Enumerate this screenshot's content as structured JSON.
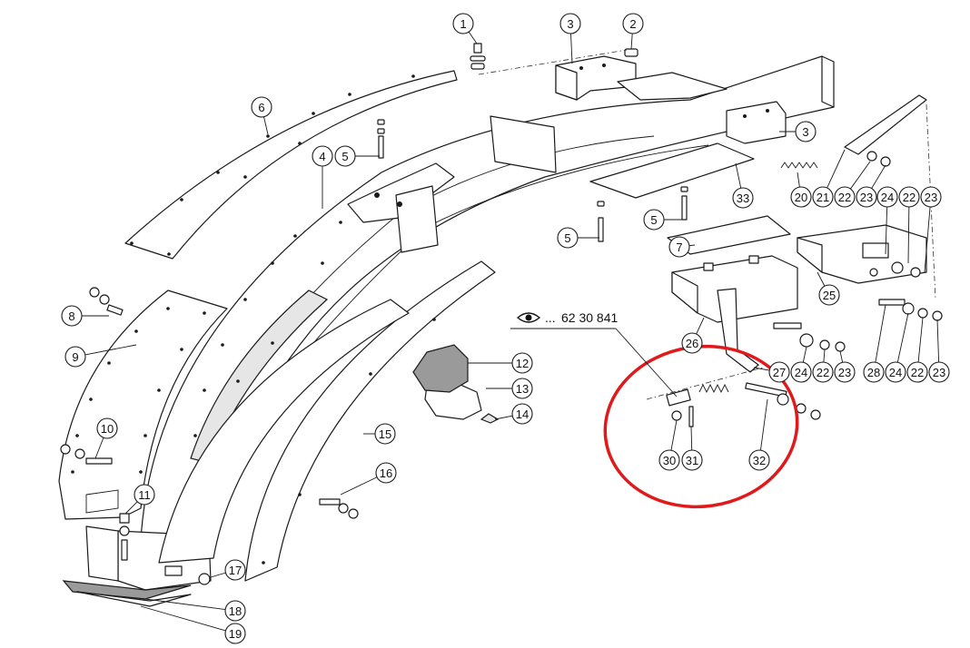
{
  "reference": {
    "prefix": "...",
    "number": "62 30 841",
    "icon": "eye-icon"
  },
  "highlight_color": "#e01a1a",
  "callouts": [
    {
      "label": "1",
      "part_ref": "bolt"
    },
    {
      "label": "2",
      "part_ref": "nut"
    },
    {
      "label": "3",
      "part_ref": "bracket-top"
    },
    {
      "label": "3",
      "part_ref": "bracket-right"
    },
    {
      "label": "4",
      "part_ref": "main-beam"
    },
    {
      "label": "5",
      "part_ref": "screw-a"
    },
    {
      "label": "5",
      "part_ref": "screw-b"
    },
    {
      "label": "5",
      "part_ref": "screw-c"
    },
    {
      "label": "6",
      "part_ref": "arc-strip"
    },
    {
      "label": "7",
      "part_ref": "plate"
    },
    {
      "label": "8",
      "part_ref": "bolt-left"
    },
    {
      "label": "9",
      "part_ref": "side-panel"
    },
    {
      "label": "10",
      "part_ref": "bolt-panel"
    },
    {
      "label": "11",
      "part_ref": "bolt-lower"
    },
    {
      "label": "12",
      "part_ref": "octagon-cover"
    },
    {
      "label": "13",
      "part_ref": "gasket"
    },
    {
      "label": "14",
      "part_ref": "wing-nut"
    },
    {
      "label": "15",
      "part_ref": "outer-shield"
    },
    {
      "label": "16",
      "part_ref": "bolt-shield"
    },
    {
      "label": "17",
      "part_ref": "fitting"
    },
    {
      "label": "18",
      "part_ref": "base-plate"
    },
    {
      "label": "19",
      "part_ref": "base-seal"
    },
    {
      "label": "20",
      "part_ref": "spring"
    },
    {
      "label": "21",
      "part_ref": "rod"
    },
    {
      "label": "22",
      "part_ref": "washer-a"
    },
    {
      "label": "23",
      "part_ref": "nut-a"
    },
    {
      "label": "24",
      "part_ref": "spacer-a"
    },
    {
      "label": "22",
      "part_ref": "washer-b"
    },
    {
      "label": "23",
      "part_ref": "nut-b"
    },
    {
      "label": "25",
      "part_ref": "housing-right"
    },
    {
      "label": "26",
      "part_ref": "housing-left"
    },
    {
      "label": "27",
      "part_ref": "arm"
    },
    {
      "label": "24",
      "part_ref": "spacer-b"
    },
    {
      "label": "22",
      "part_ref": "washer-c"
    },
    {
      "label": "23",
      "part_ref": "nut-c"
    },
    {
      "label": "28",
      "part_ref": "bolt-housing"
    },
    {
      "label": "24",
      "part_ref": "spacer-c"
    },
    {
      "label": "22",
      "part_ref": "washer-d"
    },
    {
      "label": "23",
      "part_ref": "nut-d"
    },
    {
      "label": "30",
      "part_ref": "washer-detail"
    },
    {
      "label": "31",
      "part_ref": "pin-detail"
    },
    {
      "label": "32",
      "part_ref": "bolt-detail"
    },
    {
      "label": "33",
      "part_ref": "cover-plate"
    }
  ]
}
